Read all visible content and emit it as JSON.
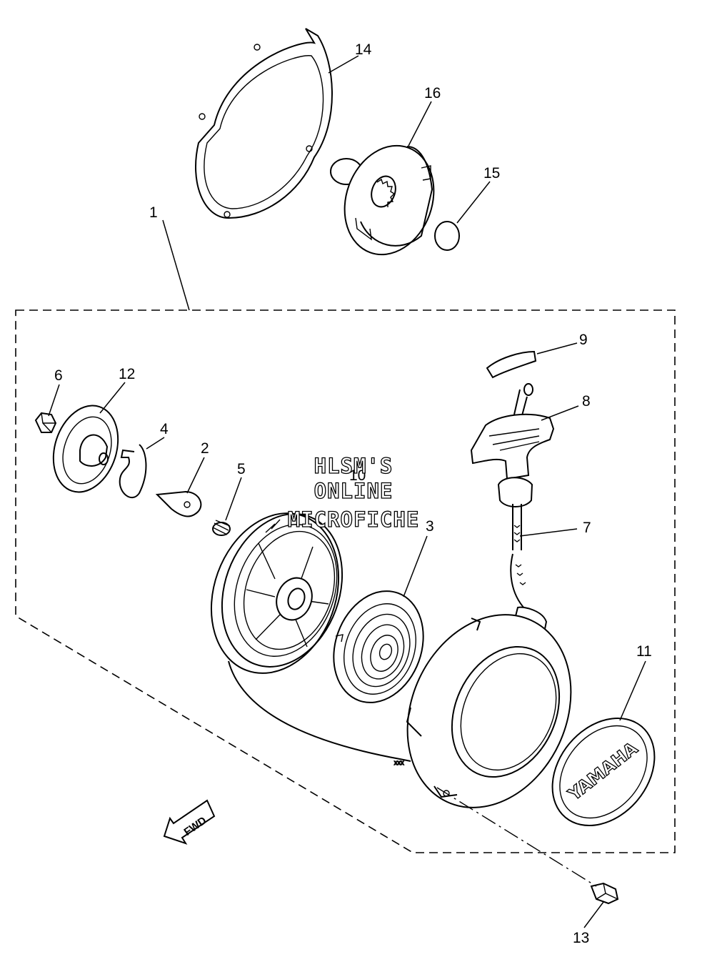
{
  "parts": [
    {
      "id": "part-1",
      "label": "1"
    },
    {
      "id": "part-2",
      "label": "2"
    },
    {
      "id": "part-3",
      "label": "3"
    },
    {
      "id": "part-4",
      "label": "4"
    },
    {
      "id": "part-5",
      "label": "5"
    },
    {
      "id": "part-6",
      "label": "6"
    },
    {
      "id": "part-7",
      "label": "7"
    },
    {
      "id": "part-8",
      "label": "8"
    },
    {
      "id": "part-9",
      "label": "9"
    },
    {
      "id": "part-10",
      "label": "10"
    },
    {
      "id": "part-11",
      "label": "11"
    },
    {
      "id": "part-12",
      "label": "12"
    },
    {
      "id": "part-13",
      "label": "13"
    },
    {
      "id": "part-14",
      "label": "14"
    },
    {
      "id": "part-15",
      "label": "15"
    },
    {
      "id": "part-16",
      "label": "16"
    }
  ],
  "watermark": {
    "line1": "HLSM'S",
    "line2": "ONLINE",
    "line3": "MICROFICHE"
  },
  "direction_arrow": {
    "text": "FWD"
  },
  "emblem": {
    "text": "YAMAHA"
  },
  "rope_marks": {
    "text": "xxx"
  }
}
